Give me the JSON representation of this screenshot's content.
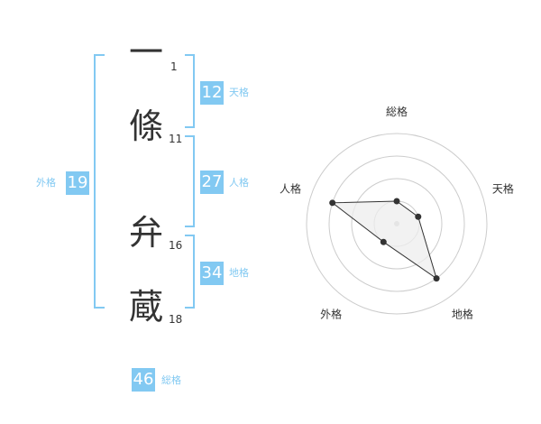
{
  "name": {
    "characters": [
      {
        "char": "一",
        "strokes": "1"
      },
      {
        "char": "條",
        "strokes": "11"
      },
      {
        "char": "弁",
        "strokes": "16"
      },
      {
        "char": "蔵",
        "strokes": "18"
      }
    ]
  },
  "fortune": {
    "tenkaku": {
      "value": "12",
      "label": "天格"
    },
    "jinkaku": {
      "value": "27",
      "label": "人格"
    },
    "chikaku": {
      "value": "34",
      "label": "地格"
    },
    "gaikaku": {
      "value": "19",
      "label": "外格"
    },
    "soukaku": {
      "value": "46",
      "label": "総格"
    }
  },
  "colors": {
    "accent": "#82c9f2",
    "text": "#333333",
    "ring": "#cccccc",
    "polygon_fill": "#eeeeee",
    "point": "#333333"
  },
  "chart_data": {
    "type": "radar",
    "axes": [
      "総格",
      "天格",
      "地格",
      "外格",
      "人格"
    ],
    "values": [
      1,
      1,
      3,
      1,
      3
    ],
    "max": 4,
    "grid": true
  }
}
